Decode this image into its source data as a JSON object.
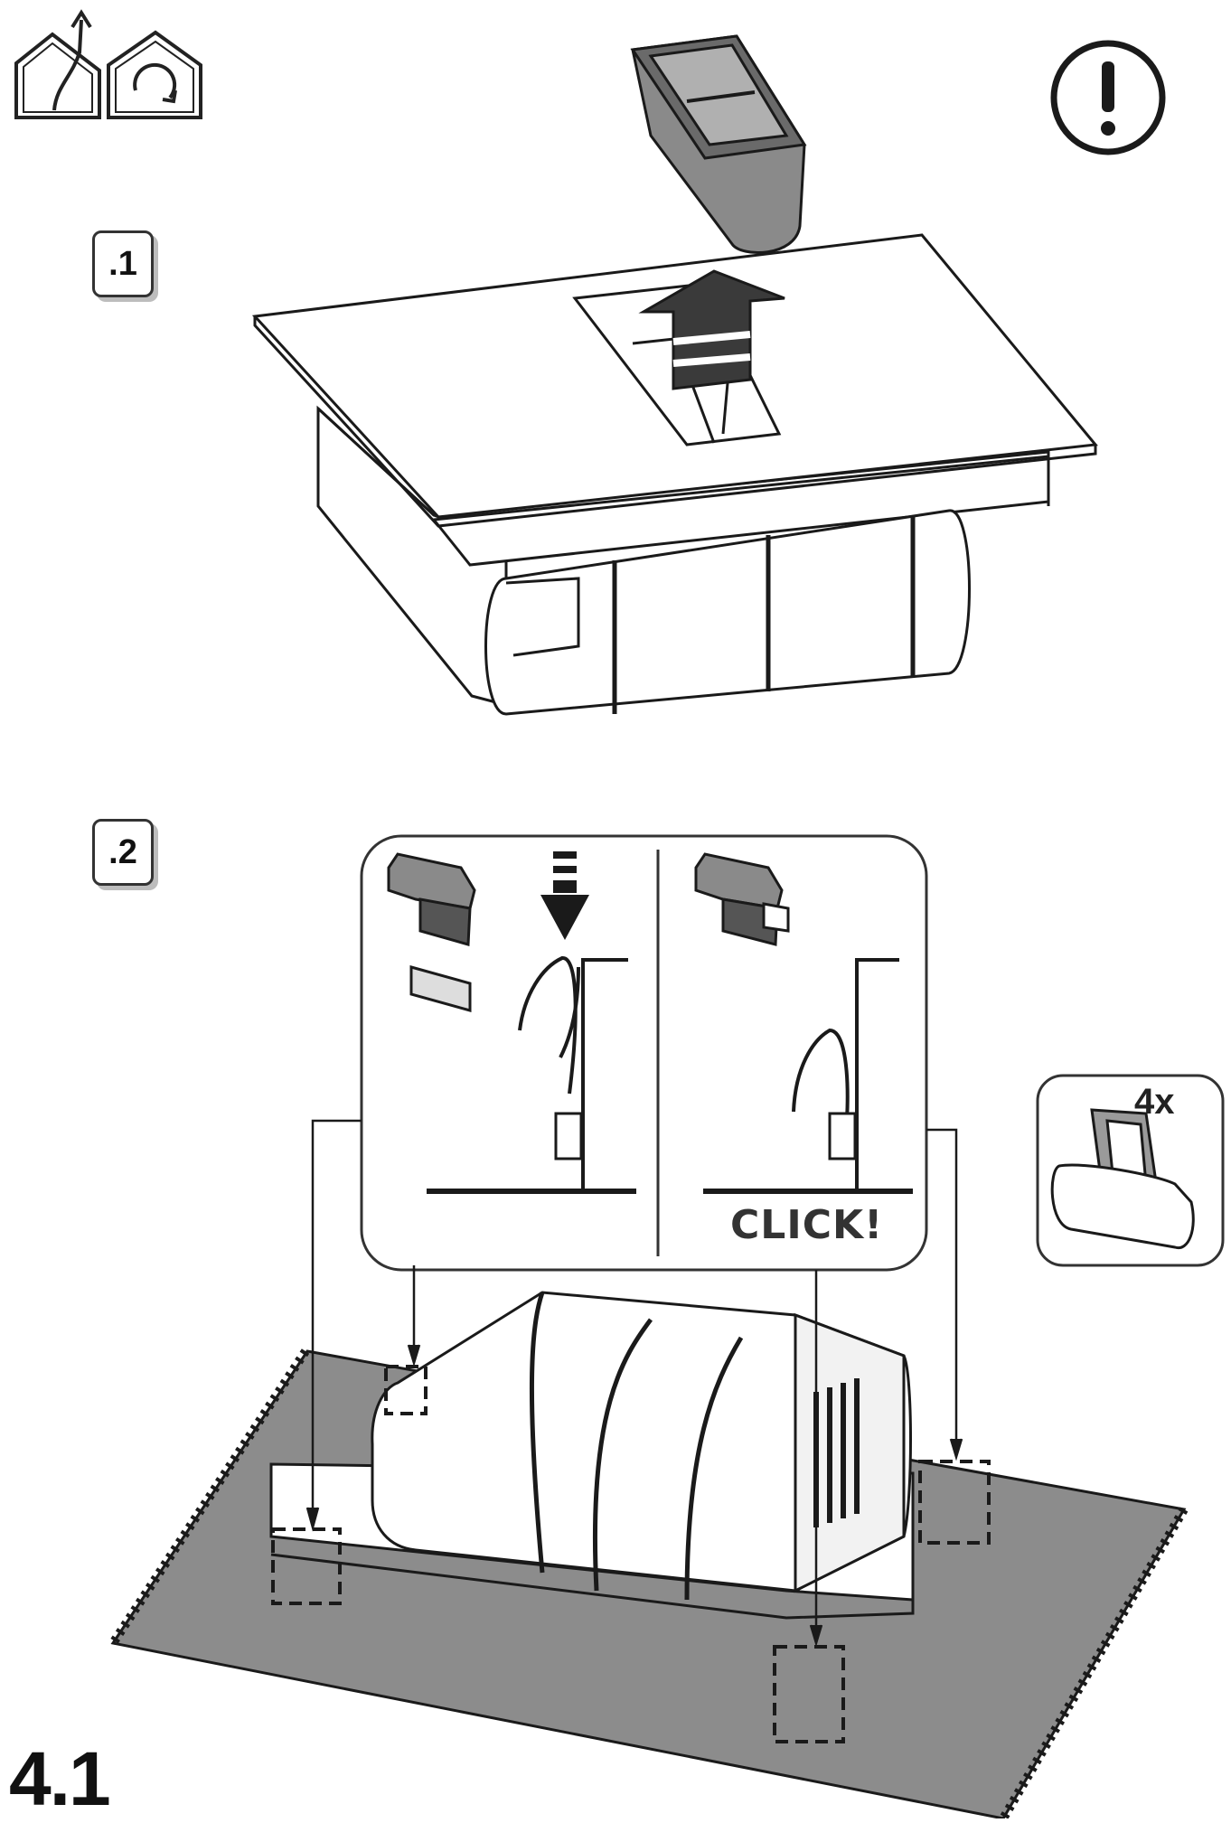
{
  "page": {
    "section_number": "4.1"
  },
  "steps": [
    {
      "label": ".1"
    },
    {
      "label": ".2"
    }
  ],
  "detail": {
    "click_text": "CLICK!",
    "quantity": "4x"
  },
  "icons": {
    "top_left": [
      "house-extraction-icon",
      "house-recirculation-icon"
    ],
    "top_right": "warning-exclamation-icon"
  },
  "colors": {
    "line": "#1a1a1a",
    "mat": "#8c8c8c",
    "shade": "#7a7a7a",
    "highlight": "#ffffff"
  }
}
